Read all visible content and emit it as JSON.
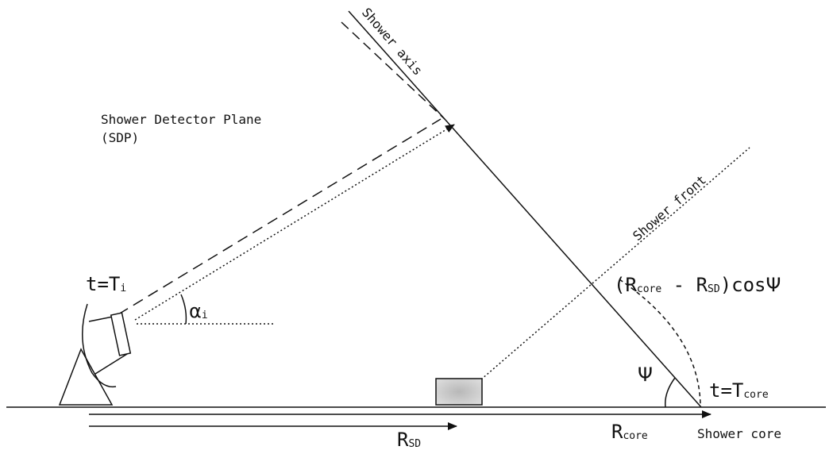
{
  "labels": {
    "shower_axis": "Shower axis",
    "shower_front": "Shower front",
    "sdp_line1": "Shower Detector Plane",
    "sdp_line2": "(SDP)",
    "t_eq": "t=",
    "T": "T",
    "i_sub": "i",
    "alpha": "α",
    "psi": "Ψ",
    "core_sub": "core",
    "sd_sub": "SD",
    "R": "R",
    "paren_open": "(",
    "minus": " - ",
    "paren_close": ")",
    "cos": "cos",
    "shower_core": "Shower core"
  },
  "colors": {
    "line": "#111111",
    "detector_fill": "#c4c4c4"
  }
}
